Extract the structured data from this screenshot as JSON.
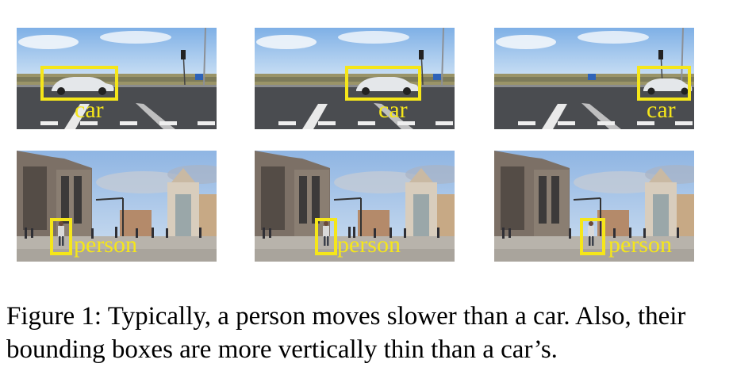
{
  "figure": {
    "caption": "Figure 1: Typically, a person moves slower than a car. Also, their bounding boxes are more vertically thin than a car’s.",
    "box_color": "#f5e61a",
    "rows": [
      {
        "class_label": "car",
        "frames": [
          {
            "label": "car"
          },
          {
            "label": "car"
          },
          {
            "label": "car"
          }
        ]
      },
      {
        "class_label": "person",
        "frames": [
          {
            "label": "person"
          },
          {
            "label": "person"
          },
          {
            "label": "person"
          }
        ]
      }
    ]
  }
}
